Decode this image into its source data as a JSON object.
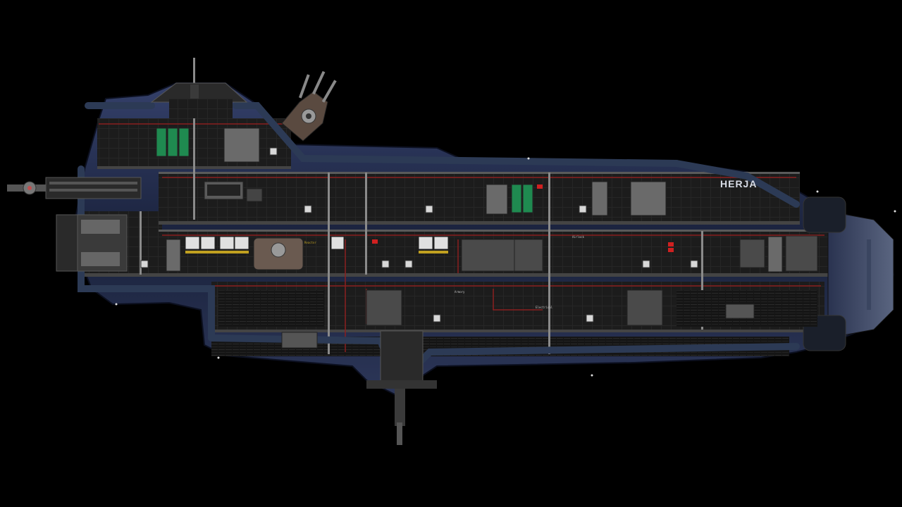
{
  "scene": {
    "type": "submarine-editor-view",
    "background_color": "#000000"
  },
  "submarine": {
    "name": "HERJA",
    "hull_color": "#1b2440",
    "hull_highlight": "#3a4a6e",
    "pipe_color": "#2c3a55",
    "interior_color": "#1a1a1a",
    "deck_color": "#3a3a3a",
    "wire_color": "#8a1f1f",
    "screen_color": "#2fd07a",
    "warning_color": "#c0a020",
    "alarm_color": "#d02020"
  },
  "signs": {
    "room_a": "Reactor",
    "room_b": "Electrical",
    "room_c": "Airlock",
    "room_d": "Armory"
  },
  "icons": {
    "turret_top": "railgun-turret-icon",
    "turret_front": "coilgun-turret-icon",
    "docking_port": "docking-port-icon",
    "engine": "propeller-icon",
    "lights": "status-light-icon"
  }
}
